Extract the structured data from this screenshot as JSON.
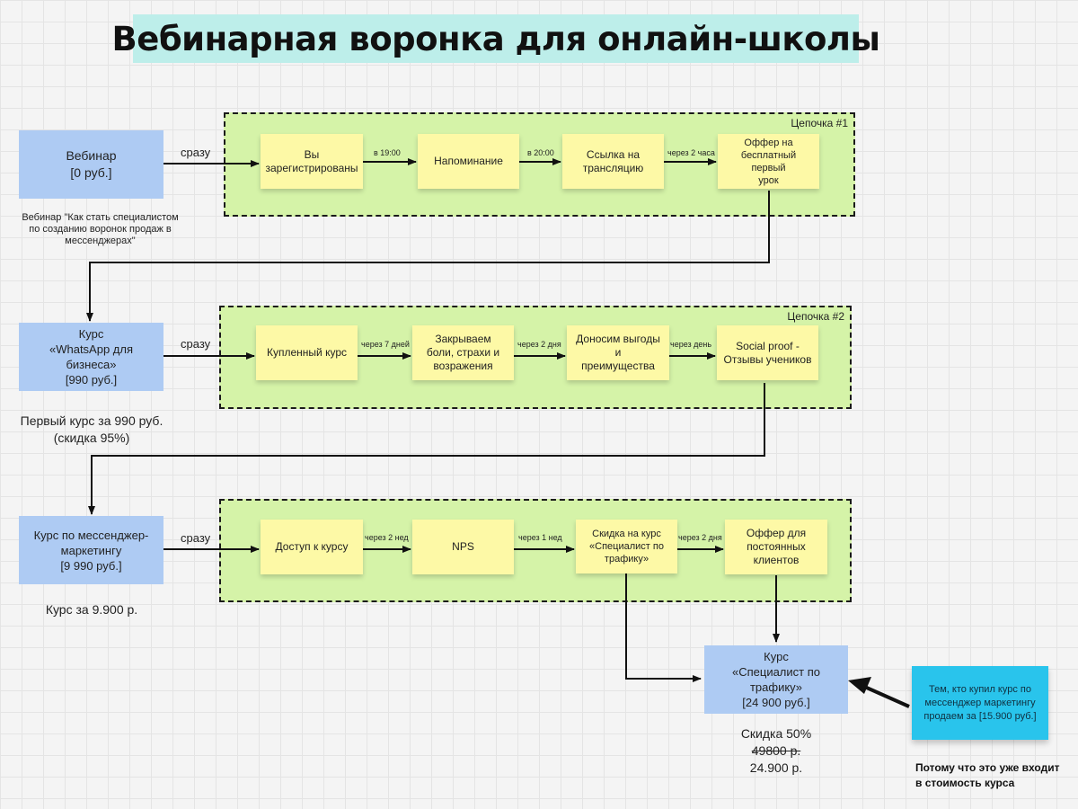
{
  "title": "Вебинарная воронка для онлайн-школы",
  "chains": {
    "c1_label": "Цепочка #1",
    "c2_label": "Цепочка #2"
  },
  "products": {
    "webinar": "Вебинар\n[0 руб.]",
    "whatsapp": "Курс\n«WhatsApp для бизнеса»\n[990 руб.]",
    "messenger": "Курс по мессенджер-\nмаркетингу\n[9 990 руб.]",
    "traffic": "Курс\n«Специалист по трафику»\n[24 900 руб.]"
  },
  "row1": {
    "trigger": "сразу",
    "s1": "Вы\nзарегистрированы",
    "d1": "в 19:00",
    "s2": "Напоминание",
    "d2": "в 20:00",
    "s3": "Ссылка на\nтрансляцию",
    "d3": "через 2 часа",
    "s4": "Оффер на\nбесплатный первый\nурок"
  },
  "row2": {
    "trigger": "сразу",
    "s1": "Купленный курс",
    "d1": "через 7 дней",
    "s2": "Закрываем\nболи, страхи и\nвозражения",
    "d2": "через 2 дня",
    "s3": "Доносим выгоды и\nпреимущества",
    "d3": "через день",
    "s4": "Social proof -\nОтзывы учеников"
  },
  "row3": {
    "trigger": "сразу",
    "s1": "Доступ к курсу",
    "d1": "через 2 нед",
    "s2": "NPS",
    "d2": "через 1 нед",
    "s3": "Скидка на курс\n«Специалист по\nтрафику»",
    "d3": "через 2 дня",
    "s4": "Оффер для\nпостоянных\nклиентов"
  },
  "captions": {
    "webinar_note": "Вебинар \"Как стать специалистом\nпо созданию воронок продаж в\nмессенджерах\"",
    "whatsapp_note": "Первый курс за 990 руб.\n(скидка 95%)",
    "messenger_note": "Курс за 9.900 р.",
    "traffic_discount": "Скидка 50%",
    "traffic_old_price": "49800 р.",
    "traffic_new_price": "24.900 р."
  },
  "side_note": "Тем, кто купил курс по\nмессенджер маркетингу\nпродаем за [15.900 руб.]",
  "bottom_note": "Потому что это уже входит\n в стоимость курса",
  "colors": {
    "title_bg": "#bdeeea",
    "chain_bg": "#d5f3a8",
    "product_bg": "#aecbf3",
    "sticky_bg": "#fdf9a6",
    "note_bg": "#29c4ec"
  }
}
